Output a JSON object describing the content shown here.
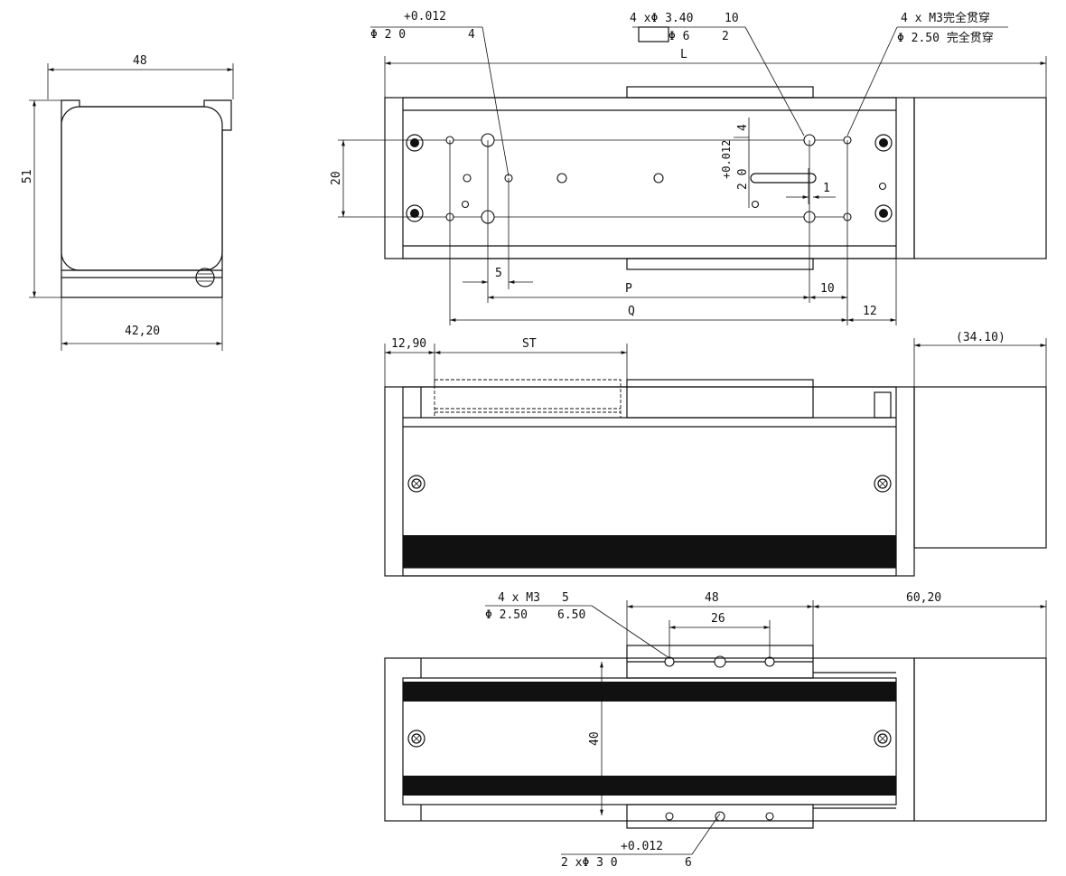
{
  "side_view": {
    "dim_top": "48",
    "dim_left": "51",
    "dim_bottom": "42,20"
  },
  "top_view": {
    "note_pin_tol": "+0.012",
    "note_pin": "Φ 2 0",
    "note_pin_depth": "4",
    "note_counterbore_1": "4 xΦ 3.40",
    "note_counterbore_1_depth": "10",
    "note_counterbore_2": "Φ 6",
    "note_counterbore_2_depth": "2",
    "note_thread_1": "4 x  M3完全贯穿",
    "note_thread_2": "Φ  2.50 完全贯穿",
    "dim_L": "L",
    "dim_20": "20",
    "dim_5": "5",
    "dim_P": "P",
    "dim_10": "10",
    "dim_Q": "Q",
    "dim_12": "12",
    "dim_4": "4",
    "dim_tol": "+0.012",
    "dim_2_0": "2 0",
    "dim_1": "1"
  },
  "front_view": {
    "dim_12_90": "12,90",
    "dim_ST": "ST",
    "dim_34_10": "(34.10)"
  },
  "bottom_view": {
    "note_thread_1": "4 x  M3",
    "note_thread_1_depth": "5",
    "note_thread_2": "Φ  2.50",
    "note_thread_2_depth": "6.50",
    "dim_48": "48",
    "dim_26": "26",
    "dim_60_20": "60,20",
    "dim_40": "40",
    "note_pin_tol": "+0.012",
    "note_pin": "2 xΦ 3 0",
    "note_pin_depth": "6"
  }
}
